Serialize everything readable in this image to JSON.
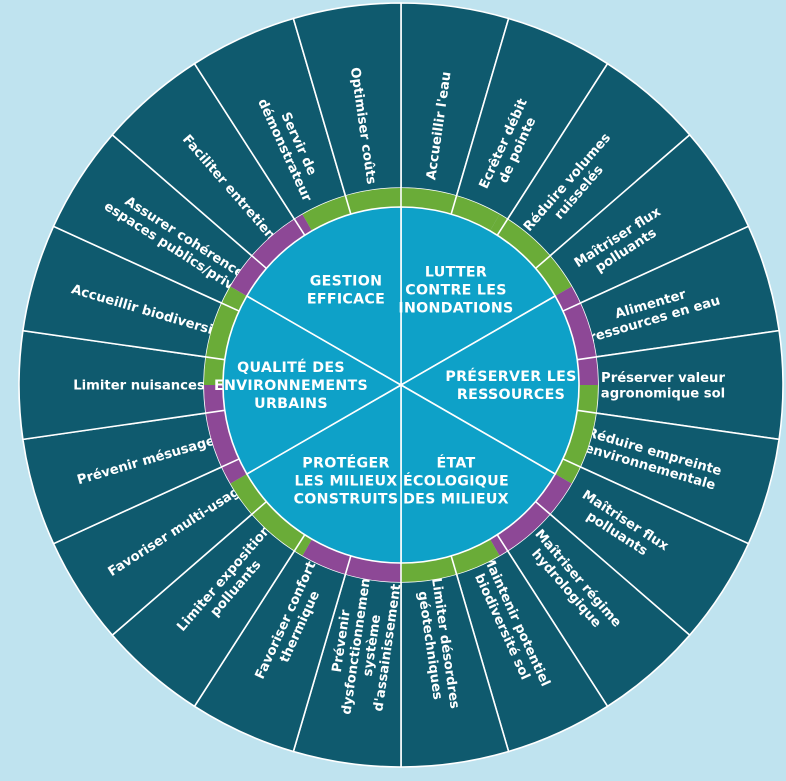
{
  "colors": {
    "background": "#bfe3ef",
    "outer_segment": "#0f5a6e",
    "segment_divider": "#ffffff",
    "inner_disc": "#0ea1c8",
    "ring_green": "#6aac38",
    "ring_purple": "#8d4896"
  },
  "inner_sectors": [
    {
      "lines": [
        "LUTTER",
        "CONTRE LES",
        "INONDATIONS"
      ]
    },
    {
      "lines": [
        "PRÉSERVER LES",
        "RESSOURCES"
      ]
    },
    {
      "lines": [
        "ÉTAT",
        "ÉCOLOGIQUE",
        "DES MILIEUX"
      ]
    },
    {
      "lines": [
        "PROTÉGER",
        "LES MILIEUX",
        "CONSTRUITS"
      ]
    },
    {
      "lines": [
        "QUALITÉ DES",
        "ENVIRONNEMENTS",
        "URBAINS"
      ]
    },
    {
      "lines": [
        "GESTION",
        "EFFICACE"
      ]
    }
  ],
  "ring_arcs": [
    {
      "color": "green"
    },
    {
      "color": "green"
    },
    {
      "color": "purple"
    },
    {
      "color": "green"
    },
    {
      "color": "purple"
    },
    {
      "color": "green"
    },
    {
      "color": "purple"
    },
    {
      "color": "green"
    },
    {
      "color": "purple"
    },
    {
      "color": "green"
    },
    {
      "color": "purple"
    },
    {
      "color": "green"
    }
  ],
  "outer_segments": [
    {
      "lines": [
        "Accueillir l'eau"
      ]
    },
    {
      "lines": [
        "Ecrêter débit",
        "de pointe"
      ]
    },
    {
      "lines": [
        "Réduire volumes",
        "ruisselés"
      ]
    },
    {
      "lines": [
        "Maîtriser flux",
        "polluants"
      ]
    },
    {
      "lines": [
        "Alimenter",
        "ressources en eau"
      ]
    },
    {
      "lines": [
        "Préserver valeur",
        "agronomique sol"
      ]
    },
    {
      "lines": [
        "Réduire empreinte",
        "environnementale"
      ]
    },
    {
      "lines": [
        "Maîtriser flux",
        "polluants"
      ]
    },
    {
      "lines": [
        "Maîtriser régime",
        "hydrologique"
      ]
    },
    {
      "lines": [
        "Maintenir potentiel",
        "biodiversité sol"
      ]
    },
    {
      "lines": [
        "Limiter désordres",
        "géotechniques"
      ]
    },
    {
      "lines": [
        "Prévenir",
        "dysfonctionnement",
        "système",
        "d'assainissement"
      ]
    },
    {
      "lines": [
        "Favoriser confort",
        "thermique"
      ]
    },
    {
      "lines": [
        "Limiter exposition",
        "polluants"
      ]
    },
    {
      "lines": [
        "Favoriser multi-usages"
      ]
    },
    {
      "lines": [
        "Prévenir mésusages"
      ]
    },
    {
      "lines": [
        "Limiter nuisances"
      ]
    },
    {
      "lines": [
        "Accueillir biodiversité"
      ]
    },
    {
      "lines": [
        "Assurer cohérence",
        "espaces publics/privés"
      ]
    },
    {
      "lines": [
        "Faciliter entretien"
      ]
    },
    {
      "lines": [
        "Servir de",
        "démonstrateur"
      ]
    },
    {
      "lines": [
        "Optimiser coûts"
      ]
    }
  ]
}
